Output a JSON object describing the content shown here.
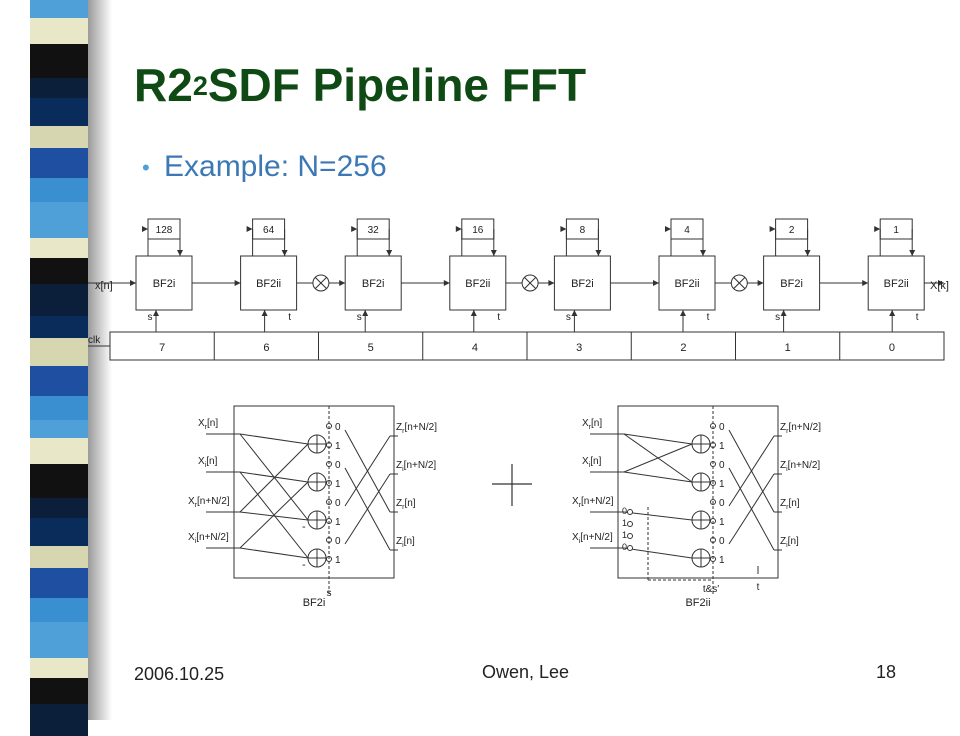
{
  "slide": {
    "title_main": "R2",
    "title_sup": "2",
    "title_rest": "SDF Pipeline FFT",
    "bullet": "Example: N=256",
    "footer": {
      "date": "2006.10.25",
      "author": "Owen, Lee",
      "page": "18"
    }
  },
  "colors": {
    "title": "#0f4a14",
    "bullet": "#3c78b4",
    "stripe": [
      "#4fa0d8",
      "#0b1f3a",
      "#1f4fa0",
      "#e8e8c8",
      "#0a2c5a",
      "#3a8fd0",
      "#111111",
      "#d6d6b0"
    ]
  },
  "pipeline": {
    "input_label": "x[n]",
    "output_label": "X[k]",
    "clk_label": "clk",
    "stages": [
      {
        "name": "BF2i",
        "memory": "128",
        "control": "s"
      },
      {
        "name": "BF2ii",
        "memory": "64",
        "control": "t"
      },
      {
        "name": "BF2i",
        "memory": "32",
        "control": "s"
      },
      {
        "name": "BF2ii",
        "memory": "16",
        "control": "t"
      },
      {
        "name": "BF2i",
        "memory": "8",
        "control": "s"
      },
      {
        "name": "BF2ii",
        "memory": "4",
        "control": "t"
      },
      {
        "name": "BF2i",
        "memory": "2",
        "control": "s"
      },
      {
        "name": "BF2ii",
        "memory": "1",
        "control": "t"
      }
    ],
    "counter_bits": [
      "7",
      "6",
      "5",
      "4",
      "3",
      "2",
      "1",
      "0"
    ]
  },
  "detail_bf2i": {
    "caption": "BF2i",
    "inputs": [
      "X",
      "X",
      "X",
      "X"
    ],
    "input_subs": [
      "r",
      "i",
      "r",
      "i"
    ],
    "input_args": [
      "[n]",
      "[n]",
      "[n+N/2]",
      "[n+N/2]"
    ],
    "outputs": [
      "Z",
      "Z",
      "Z",
      "Z"
    ],
    "output_subs": [
      "r",
      "i",
      "r",
      "i"
    ],
    "output_args": [
      "[n+N/2]",
      "[n+N/2]",
      "[n]",
      "[n]"
    ],
    "mux_labels": [
      "0",
      "1",
      "0",
      "1",
      "0",
      "1",
      "0",
      "1"
    ],
    "minus": [
      "-",
      "-"
    ],
    "control": "s"
  },
  "detail_bf2ii": {
    "caption": "BF2ii",
    "inputs": [
      "X",
      "X",
      "X",
      "X"
    ],
    "input_subs": [
      "r",
      "i",
      "r",
      "i"
    ],
    "input_args": [
      "[n]",
      "[n]",
      "[n+N/2]",
      "[n+N/2]"
    ],
    "outputs": [
      "Z",
      "Z",
      "Z",
      "Z"
    ],
    "output_subs": [
      "r",
      "i",
      "r",
      "i"
    ],
    "output_args": [
      "[n+N/2]",
      "[n+N/2]",
      "[n]",
      "[n]"
    ],
    "mux_labels": [
      "0",
      "1",
      "0",
      "1",
      "0",
      "1",
      "0",
      "1"
    ],
    "swap_labels": [
      "0",
      "1",
      "1",
      "0"
    ],
    "control_t": "t",
    "control_ts": "t&s'"
  }
}
